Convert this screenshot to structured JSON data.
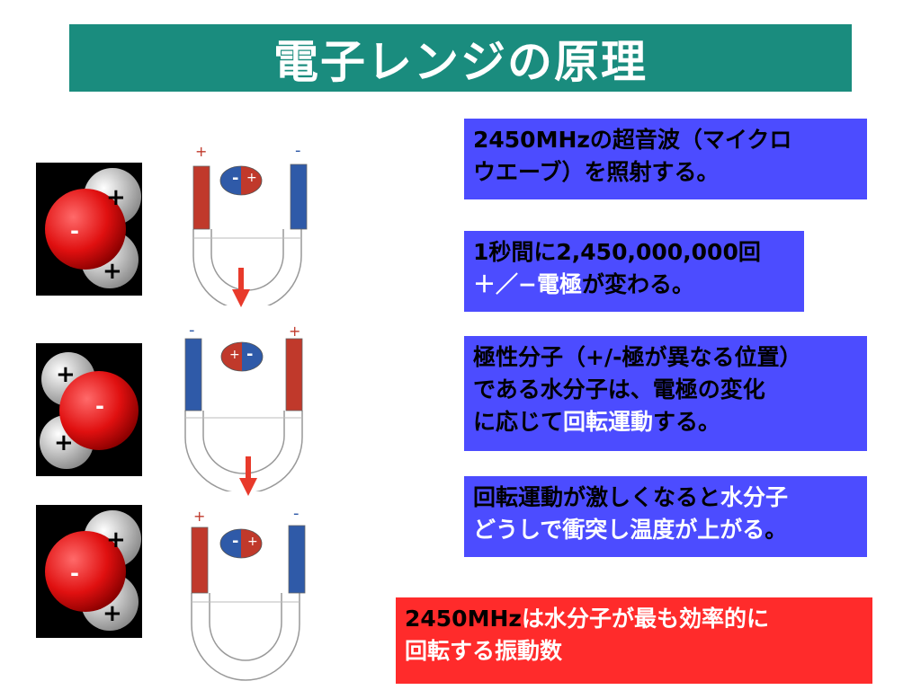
{
  "slide": {
    "title": "電子レンジの原理"
  },
  "boxes": {
    "box1": {
      "line1": "2450MHzの超音波（マイクロ",
      "line2": "ウエーブ）を照射する。"
    },
    "box2": {
      "line1": "1秒間に2,450,000,000回",
      "line2_hl": "＋／−電極",
      "line2_rest": "が変わる。"
    },
    "box3": {
      "line1": "極性分子（+/-極が異なる位置）",
      "line2": "である水分子は、電極の変化",
      "line3_pre": "に応じて",
      "line3_hl": "回転運動",
      "line3_rest": "する。"
    },
    "box4": {
      "line1_pre": "回転運動が激しくなると",
      "line1_hl": "水分子",
      "line2_hl": "どうしで衝突し温度が上がる",
      "line2_end": "。"
    },
    "box5": {
      "line1_black": "2450MHz",
      "line1_rest": "は水分子が最も効率的に",
      "line2": "回転する振動数"
    }
  },
  "molecules": [
    {
      "oxygen_sign": "-",
      "hydrogen_signs": [
        "+",
        "+"
      ]
    },
    {
      "oxygen_sign": "-",
      "hydrogen_signs": [
        "+",
        "+"
      ]
    },
    {
      "oxygen_sign": "-",
      "hydrogen_signs": [
        "+",
        "+"
      ]
    }
  ],
  "tubes": [
    {
      "left_sign": "+",
      "right_sign": "-",
      "dipole_left": "-",
      "dipole_right": "+"
    },
    {
      "left_sign": "-",
      "right_sign": "+",
      "dipole_left": "+",
      "dipole_right": "-"
    },
    {
      "left_sign": "+",
      "right_sign": "-",
      "dipole_left": "-",
      "dipole_right": "+"
    }
  ],
  "colors": {
    "title_bg": "#1a8c7e",
    "box_blue": "#4c4cff",
    "box_red": "#ff2b2b",
    "electrode_red": "#c0392b",
    "electrode_blue": "#2f5aa8",
    "arrow_red": "#e83a2b"
  }
}
